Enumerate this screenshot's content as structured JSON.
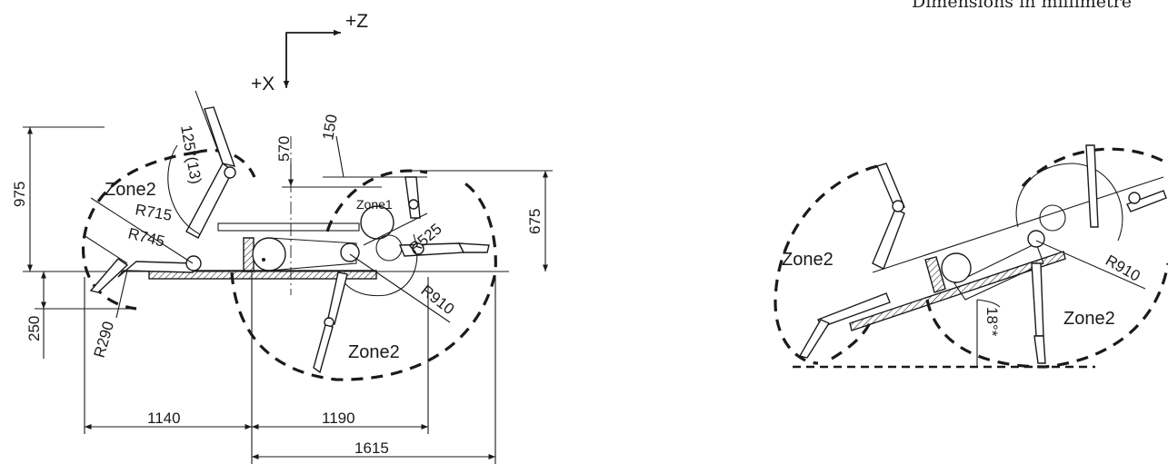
{
  "units_note": "Dimensions in millimetre",
  "axes": {
    "z_label": "+Z",
    "x_label": "+X"
  },
  "left_view": {
    "zone1": "Zone1",
    "zone2_left": "Zone2",
    "zone2_bottom": "Zone2",
    "angle": "125°(13)",
    "r715": "R715",
    "r745": "R745",
    "r290": "R290",
    "r525": "R525",
    "r910": "R910",
    "d570": "570",
    "d150": "150",
    "d975": "975",
    "d250": "250",
    "d675": "675",
    "d1140": "1140",
    "d1190": "1190",
    "d1615": "1615"
  },
  "right_view": {
    "zone2_left": "Zone2",
    "zone2_right": "Zone2",
    "r910": "R910",
    "tilt": "18°*"
  },
  "colors": {
    "line": "#1a1a1a",
    "background": "#ffffff"
  }
}
